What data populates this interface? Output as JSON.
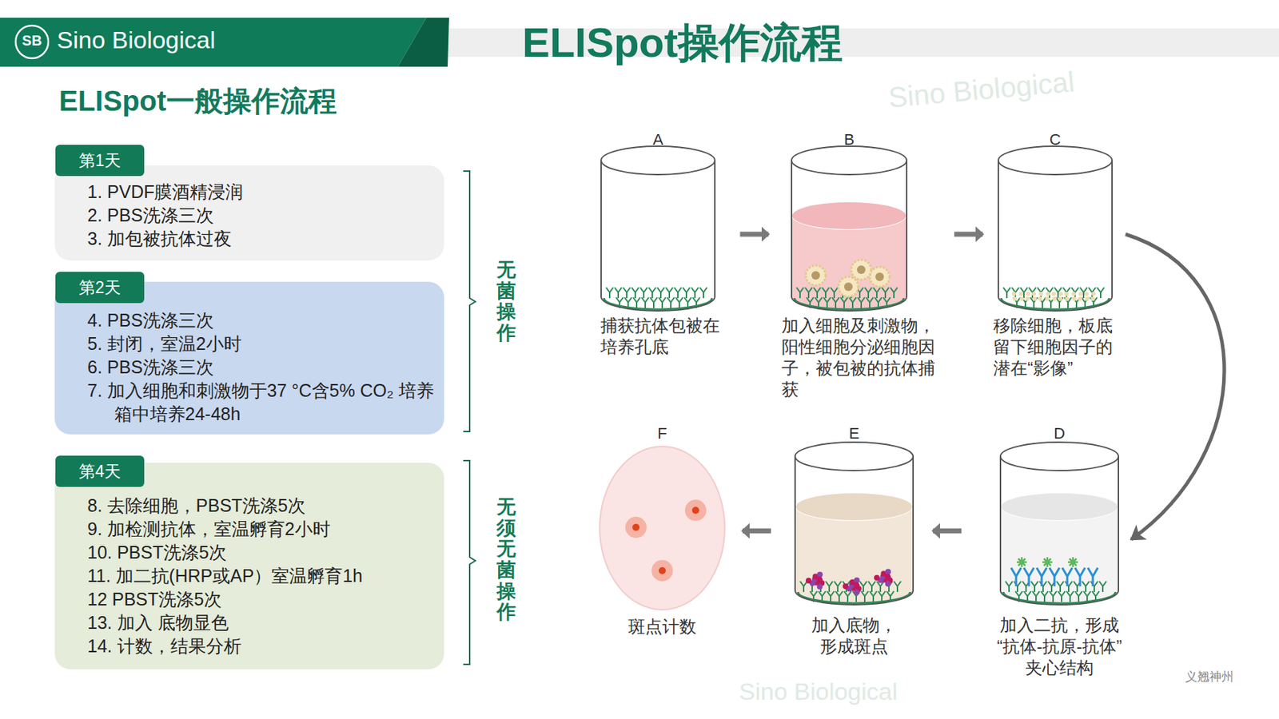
{
  "diagram": {
    "title": "ELISpot操作流程",
    "nodes": [
      {
        "text": [
          "第1天",
          "1. PVDF膜酒精浸润",
          "2. PBS洗涤三次",
          "3. 加包被抗体过夜"
        ]
      },
      {
        "text": [
          "第2天",
          "4. PBS洗涤三次",
          "5. 封闭，室温2小时",
          "6. PBS洗涤三次",
          "7. 加入细胞和刺激物于37 °C含5% CO₂ 培养箱中培养24-48h"
        ]
      },
      {
        "text": [
          "第4天",
          "8. 去除细胞，PBST洗涤5次",
          "9. 加检测抗体，室温孵育2小时",
          "10. PBST洗涤5次",
          "11. 加二抗(HRP或AP）室温孵育1h",
          "12 PBST洗涤5次",
          "13. 加入 底物显色",
          "14. 计数，结果分析"
        ]
      },
      {
        "text": [
          "A",
          "捕获抗体包被在培养孔底"
        ]
      },
      {
        "text": [
          "B",
          "加入细胞及刺激物，阳性细胞分泌细胞因子，被包被的抗体捕获"
        ]
      },
      {
        "text": [
          "C",
          "移除细胞，板底留下细胞因子的潜在“影像”"
        ]
      },
      {
        "text": [
          "D",
          "加入二抗，形成“抗体-抗原-抗体”夹心结构"
        ]
      },
      {
        "text": [
          "E",
          "加入底物，形成斑点"
        ]
      },
      {
        "text": [
          "F",
          "斑点计数"
        ]
      }
    ],
    "edges": [
      {
        "from": 3,
        "to": 4,
        "arrow": "to"
      },
      {
        "from": 4,
        "to": 5,
        "arrow": "to"
      },
      {
        "from": 5,
        "to": 6,
        "arrow": "to"
      },
      {
        "from": 6,
        "to": 7,
        "arrow": "to"
      },
      {
        "from": 7,
        "to": 8,
        "arrow": "to"
      }
    ],
    "labels": [
      "SB",
      "Sino Biological",
      "ELISpot一般操作流程",
      "无菌操作",
      "无须无菌操作",
      "Sino Biological",
      "Sino Biological",
      "义翘神州"
    ]
  }
}
